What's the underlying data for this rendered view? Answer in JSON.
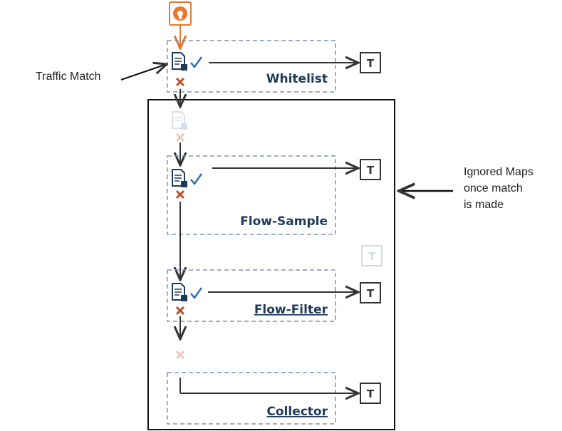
{
  "maps": [
    {
      "label": "Whitelist"
    },
    {
      "label": "Flow-Sample"
    },
    {
      "label": "Flow-Filter"
    },
    {
      "label": "Collector"
    }
  ],
  "terminal_label": "T",
  "callouts": {
    "traffic_match": "Traffic Match",
    "ignored_line1": "Ignored Maps",
    "ignored_line2": "once match",
    "ignored_line3": "is made"
  },
  "colors": {
    "source_orange": "#e8772e",
    "dashed_border": "#7f96b4",
    "match_check": "#2f6fb5",
    "no_match_x": "#c0502a",
    "label_navy": "#1f3b5c"
  },
  "icons": [
    "source-icon",
    "document-icon",
    "check-icon",
    "x-icon",
    "terminal-icon"
  ]
}
